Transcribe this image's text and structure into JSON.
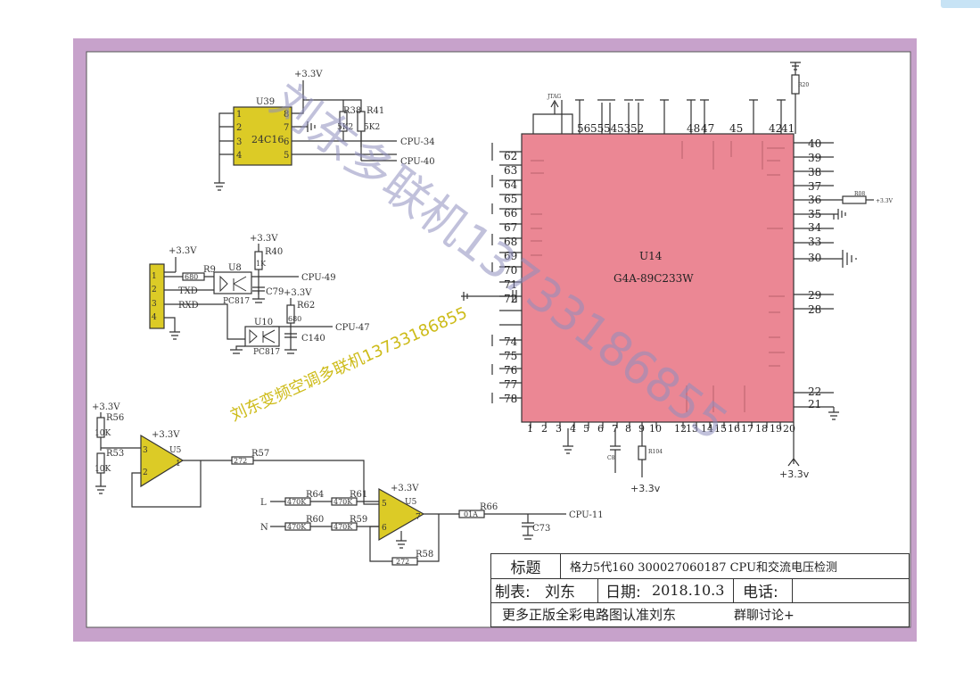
{
  "title_block": {
    "title_label": "标题",
    "title_value": "格力5代160 300027060187 CPU和交流电压检测",
    "author_label": "制表:",
    "author_value": "刘东",
    "date_label": "日期:",
    "date_value": "2018.10.3",
    "phone_label": "电话:",
    "footer_left": "更多正版全彩电路图认准刘东",
    "footer_right": "群聊讨论+"
  },
  "watermarks": {
    "diagonal_big": "刘东多联机13733186855",
    "diagonal_yellow": "刘东变频空调多联机13733186855"
  },
  "eeprom": {
    "ref": "U39",
    "part": "24C16",
    "pins_left": [
      "1",
      "2",
      "3",
      "4"
    ],
    "pins_right": [
      "8",
      "7",
      "6",
      "5"
    ],
    "supply": "+3.3V",
    "r1": "R38",
    "r1_val": "5K2",
    "r2": "R41",
    "r2_val": "5K2",
    "net_scl": "CPU-34",
    "net_sda": "CPU-40"
  },
  "comm": {
    "supply": "+3.3V",
    "connector_pins": [
      "1",
      "2",
      "3",
      "4"
    ],
    "r9": "R9",
    "r9_val": "680",
    "txd": "TXD",
    "rxd": "RXD",
    "u8": "U8",
    "u8_part": "PC817",
    "u10": "U10",
    "u10_part": "PC817",
    "r40": "R40",
    "r40_val": "1K",
    "r40_supply": "+3.3V",
    "c79": "C79",
    "net_49": "CPU-49",
    "r62": "R62",
    "r62_val": "680",
    "r62_supply": "+3.3V",
    "c140": "C140",
    "net_47": "CPU-47"
  },
  "analog": {
    "supply": "+3.3V",
    "r56": "R56",
    "r56_val": "10K",
    "r53": "R53",
    "r53_val": "10K",
    "u5a": "U5",
    "pin_in_p": "3",
    "pin_in_n": "2",
    "pin_out": "1",
    "r57": "R57",
    "r57_val": "272",
    "l": "L",
    "n": "N",
    "r64": "R64",
    "r64_val": "470K",
    "r61": "R61",
    "r61_val": "470K",
    "r60": "R60",
    "r60_val": "470K",
    "r59": "R59",
    "r59_val": "470K",
    "u5b": "U5",
    "u5b_supply": "+3.3V",
    "pin5": "5",
    "pin6": "6",
    "pin7": "7",
    "r66": "R66",
    "r66_val": "01A",
    "c73": "C73",
    "r58": "R58",
    "r58_val": "272",
    "net_11": "CPU-11"
  },
  "mcu": {
    "ref": "U14",
    "part": "G4A-89C233W",
    "jtag": "JTAG",
    "pins_top": [
      "56",
      "55",
      "54",
      "53",
      "52",
      "48",
      "47",
      "45",
      "42",
      "41"
    ],
    "pins_left": [
      "62",
      "63",
      "64",
      "65",
      "66",
      "67",
      "68",
      "69",
      "70",
      "71",
      "72",
      "74",
      "75",
      "76",
      "77",
      "78"
    ],
    "pins_right": [
      "40",
      "39",
      "38",
      "37",
      "36",
      "35",
      "34",
      "33",
      "30",
      "29",
      "28",
      "22",
      "21"
    ],
    "pins_bottom": [
      "1",
      "2",
      "3",
      "4",
      "5",
      "6",
      "7",
      "8",
      "9",
      "10",
      "12",
      "13",
      "14",
      "15",
      "16",
      "17",
      "18",
      "19",
      "20"
    ],
    "r_right": "R08",
    "r_right_supply": "+3.3V",
    "r_top": "R20",
    "vcc_bottom_a": "+3.3v",
    "vcc_bottom_b": "+3.3v",
    "r_bottom": "R104",
    "c_bottom": "C8"
  },
  "colors": {
    "border_purple": "#c7a2cb",
    "chip_yellow": "#dccb26",
    "mcu_pink": "#eb8794",
    "wire": "#333333",
    "watermark": "#8e8ebd",
    "yellow_text": "#cdbb18"
  }
}
